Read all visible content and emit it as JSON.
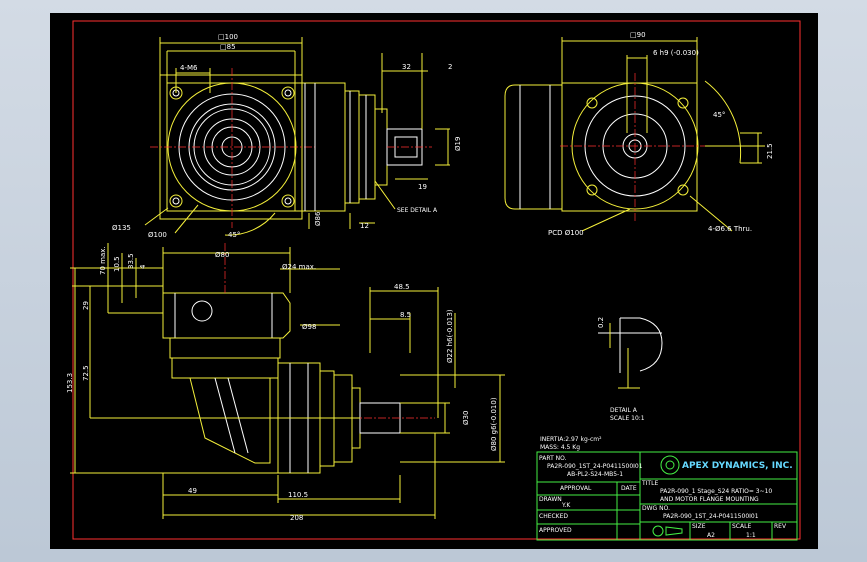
{
  "colors": {
    "background": "#000000",
    "border": "#ff3030",
    "outline": "#f4ef3a",
    "detail": "#ffffff",
    "titleblock": "#44ee44",
    "logo": "#66d9ff"
  },
  "front_view": {
    "dims": [
      "□100",
      "□85",
      "4-M6",
      "Ø135",
      "Ø100",
      "45°"
    ]
  },
  "side_view": {
    "dims": [
      "32",
      "2",
      "Ø19",
      "19",
      "Ø86",
      "12",
      "SEE DETAIL A"
    ]
  },
  "right_view": {
    "dims": [
      "□90",
      "6 h9 (-0.030)",
      "45°",
      "21.5",
      "PCD Ø100",
      "4-Ø6.6 Thru."
    ]
  },
  "lower_view": {
    "dims": [
      "Ø80",
      "Ø24 max.",
      "70 max.",
      "10.5",
      "33.5",
      "4",
      "29",
      "72.5",
      "153.3",
      "48.5",
      "8.5",
      "Ø98",
      "Ø22 h6(-0.013)",
      "Ø30",
      "Ø80 g6(-0.010)",
      "49",
      "110.5",
      "208"
    ]
  },
  "detail": {
    "dim": "0.2",
    "label": "DETAIL A",
    "scale": "SCALE 10:1"
  },
  "notes": [
    "INERTIA:2.97 kg-cm²",
    "MASS: 4.5 Kg"
  ],
  "title_block": {
    "part_no_label": "PART NO.",
    "part_no_1": "PA2R-090_1ST_24-P0411500I01",
    "part_no_2": "AB-PL2-S24-MB5-1",
    "company": "APEX DYNAMICS, INC.",
    "approval_label": "APPROVAL",
    "date_label": "DATE",
    "drawn_label": "DRAWN",
    "drawn_value": "Y.K",
    "checked_label": "CHECKED",
    "approved_label": "APPROVED",
    "title_label": "TITLE",
    "title_1": "PA2R-090_1 Stage_S24 RATIO= 3~10",
    "title_2": "AND MOTOR FLANGE MOUNTING",
    "dwg_label": "DWG NO.",
    "dwg_no": "PA2R-090_1ST_24-P0411500I01",
    "size_label": "SIZE",
    "size": "A2",
    "scale_label": "SCALE",
    "scale": "1:1",
    "rev_label": "REV"
  }
}
